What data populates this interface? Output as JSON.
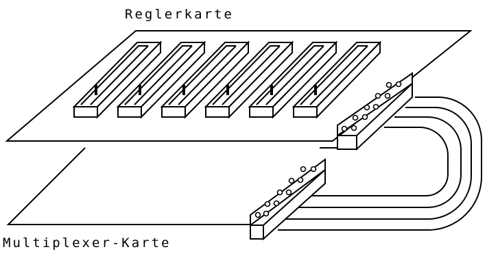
{
  "labels": {
    "upper_board": "Reglerkarte",
    "lower_board": "Multiplexer-Karte"
  },
  "colors": {
    "background": "#ffffff",
    "line": "#000000"
  },
  "slider_count": 6,
  "cable_count": 4
}
